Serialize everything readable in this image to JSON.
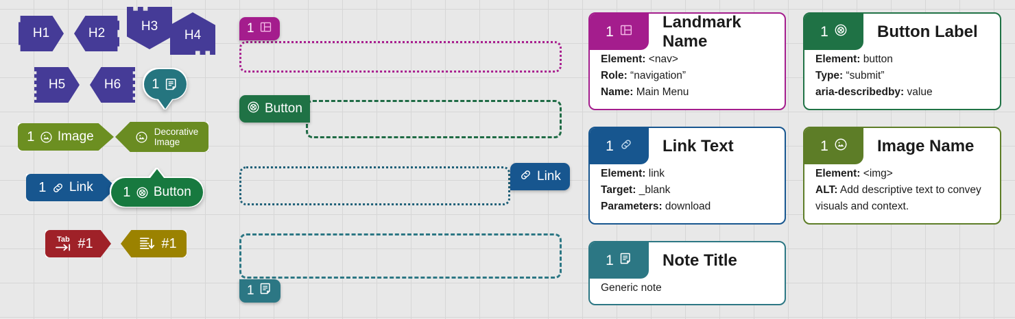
{
  "canvas": {
    "background": "#e8e8e8",
    "grid_color": "#d6d6d6",
    "grid_size": 50
  },
  "headings": [
    {
      "label": "H1",
      "shape": "arrow-right",
      "color": "#453b97"
    },
    {
      "label": "H2",
      "shape": "arrow-left",
      "color": "#453b97"
    },
    {
      "label": "H3",
      "shape": "pennant-down",
      "color": "#453b97"
    },
    {
      "label": "H4",
      "shape": "pennant-up",
      "color": "#453b97"
    },
    {
      "label": "H5",
      "shape": "arrow-right-serrated",
      "color": "#453b97"
    },
    {
      "label": "H6",
      "shape": "arrow-left-serrated",
      "color": "#453b97"
    }
  ],
  "markers": {
    "note_bubble": {
      "number": "1",
      "icon": "note-icon",
      "color": "#25757f"
    },
    "image": {
      "number": "1",
      "label": "Image",
      "icon": "image-icon",
      "color": "#6c8f21"
    },
    "decorative_image": {
      "label_line1": "Decorative",
      "label_line2": "Image",
      "icon": "image-icon",
      "color": "#6a8c22"
    },
    "link": {
      "number": "1",
      "label": "Link",
      "icon": "link-icon",
      "color": "#17568f"
    },
    "button": {
      "number": "1",
      "label": "Button",
      "icon": "button-icon",
      "color": "#17793f"
    },
    "tab_order": {
      "label": "Tab",
      "value": "#1",
      "icon": "tab-key-icon",
      "color": "#9f2128"
    },
    "reading_order": {
      "value": "#1",
      "icon": "reading-order-icon",
      "color": "#9b8200"
    }
  },
  "regions": [
    {
      "name": "landmark-region",
      "chip_number": "1",
      "chip_icon": "landmark-icon",
      "chip_label": "",
      "border_color": "#a81f8f",
      "border_style": "dotted"
    },
    {
      "name": "button-region",
      "chip_number": "",
      "chip_icon": "button-icon",
      "chip_label": "Button",
      "border_color": "#1f6b45",
      "border_style": "dashed"
    },
    {
      "name": "link-region",
      "chip_number": "",
      "chip_icon": "link-icon",
      "chip_label": "Link",
      "border_color": "#1d5f77",
      "border_style": "dotted"
    },
    {
      "name": "note-region",
      "chip_number": "1",
      "chip_icon": "note-icon",
      "chip_label": "",
      "border_color": "#2c7784",
      "border_style": "dashed"
    }
  ],
  "cards": [
    {
      "id": "landmark",
      "number": "1",
      "icon": "landmark-icon",
      "title": "Landmark Name",
      "color": "#a41d8d",
      "border": "#a41d8d",
      "rows": [
        {
          "label": "Element:",
          "value": " <nav>"
        },
        {
          "label": "Role:",
          "value": " “navigation”"
        },
        {
          "label": "Name:",
          "value": " Main Menu"
        }
      ]
    },
    {
      "id": "button",
      "number": "1",
      "icon": "button-icon",
      "title": "Button Label",
      "color": "#1f7245",
      "border": "#1f7245",
      "rows": [
        {
          "label": "Element:",
          "value": " button"
        },
        {
          "label": "Type:",
          "value": " “submit”"
        },
        {
          "label": "aria-describedby:",
          "value": " value"
        }
      ]
    },
    {
      "id": "link",
      "number": "1",
      "icon": "link-icon",
      "title": "Link Text",
      "color": "#17568f",
      "border": "#17568f",
      "rows": [
        {
          "label": "Element:",
          "value": " link"
        },
        {
          "label": "Target:",
          "value": " _blank"
        },
        {
          "label": "Parameters:",
          "value": " download"
        }
      ]
    },
    {
      "id": "image",
      "number": "1",
      "icon": "image-icon",
      "title": "Image Name",
      "color": "#5d7d27",
      "border": "#5d7d27",
      "rows": [
        {
          "label": "Element:",
          "value": " <img>"
        },
        {
          "label": "ALT:",
          "value": " Add descriptive text to convey visuals and context."
        }
      ]
    },
    {
      "id": "note",
      "number": "1",
      "icon": "note-icon",
      "title": "Note Title",
      "color": "#2c7784",
      "border": "#2c7784",
      "plain": "Generic note"
    }
  ]
}
